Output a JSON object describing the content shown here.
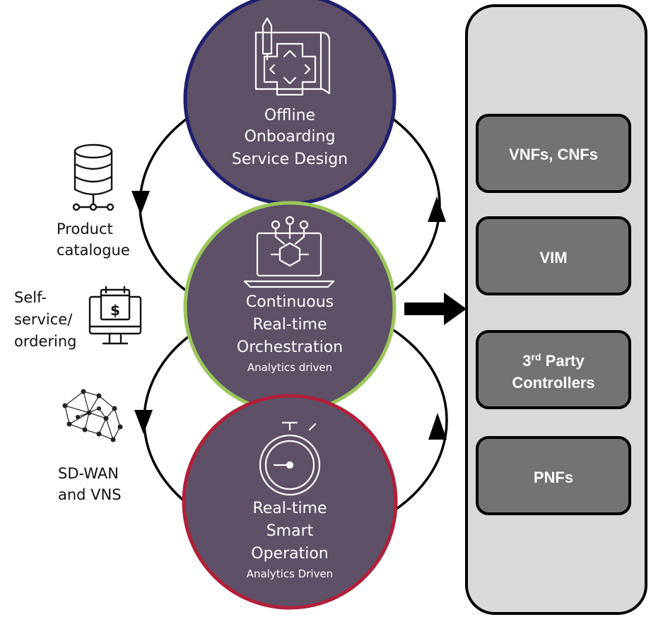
{
  "circles": {
    "top": {
      "lines": [
        "Offline",
        "Onboarding",
        "Service Design"
      ],
      "sub": "",
      "fill": "#5e5066",
      "border": "#1f1f6e"
    },
    "middle": {
      "lines": [
        "Continuous",
        "Real-time",
        "Orchestration"
      ],
      "sub": "Analytics driven",
      "fill": "#5e5066",
      "border": "#9bc75a"
    },
    "bottom": {
      "lines": [
        "Real-time",
        "Smart",
        "Operation"
      ],
      "sub": "Analytics Driven",
      "fill": "#5e5066",
      "border": "#b0203a"
    }
  },
  "side_items": {
    "catalogue": {
      "lines": [
        "Product",
        "catalogue"
      ],
      "icon": "database-icon"
    },
    "ordering": {
      "lines": [
        "Self-",
        "service/",
        "ordering"
      ],
      "icon": "monitor-dollar-icon"
    },
    "sdwan": {
      "lines": [
        "SD-WAN",
        "and VNS"
      ],
      "icon": "network-mesh-icon"
    }
  },
  "panel": {
    "background": "#d9d9d9",
    "box_fill": "#737373",
    "boxes": [
      {
        "lines": [
          "VNFs, CNFs"
        ]
      },
      {
        "lines": [
          "VIM"
        ]
      },
      {
        "label_main": "3",
        "label_sup": "rd",
        "label_rest": " Party",
        "line2": "Controllers"
      },
      {
        "lines": [
          "PNFs"
        ]
      }
    ]
  }
}
